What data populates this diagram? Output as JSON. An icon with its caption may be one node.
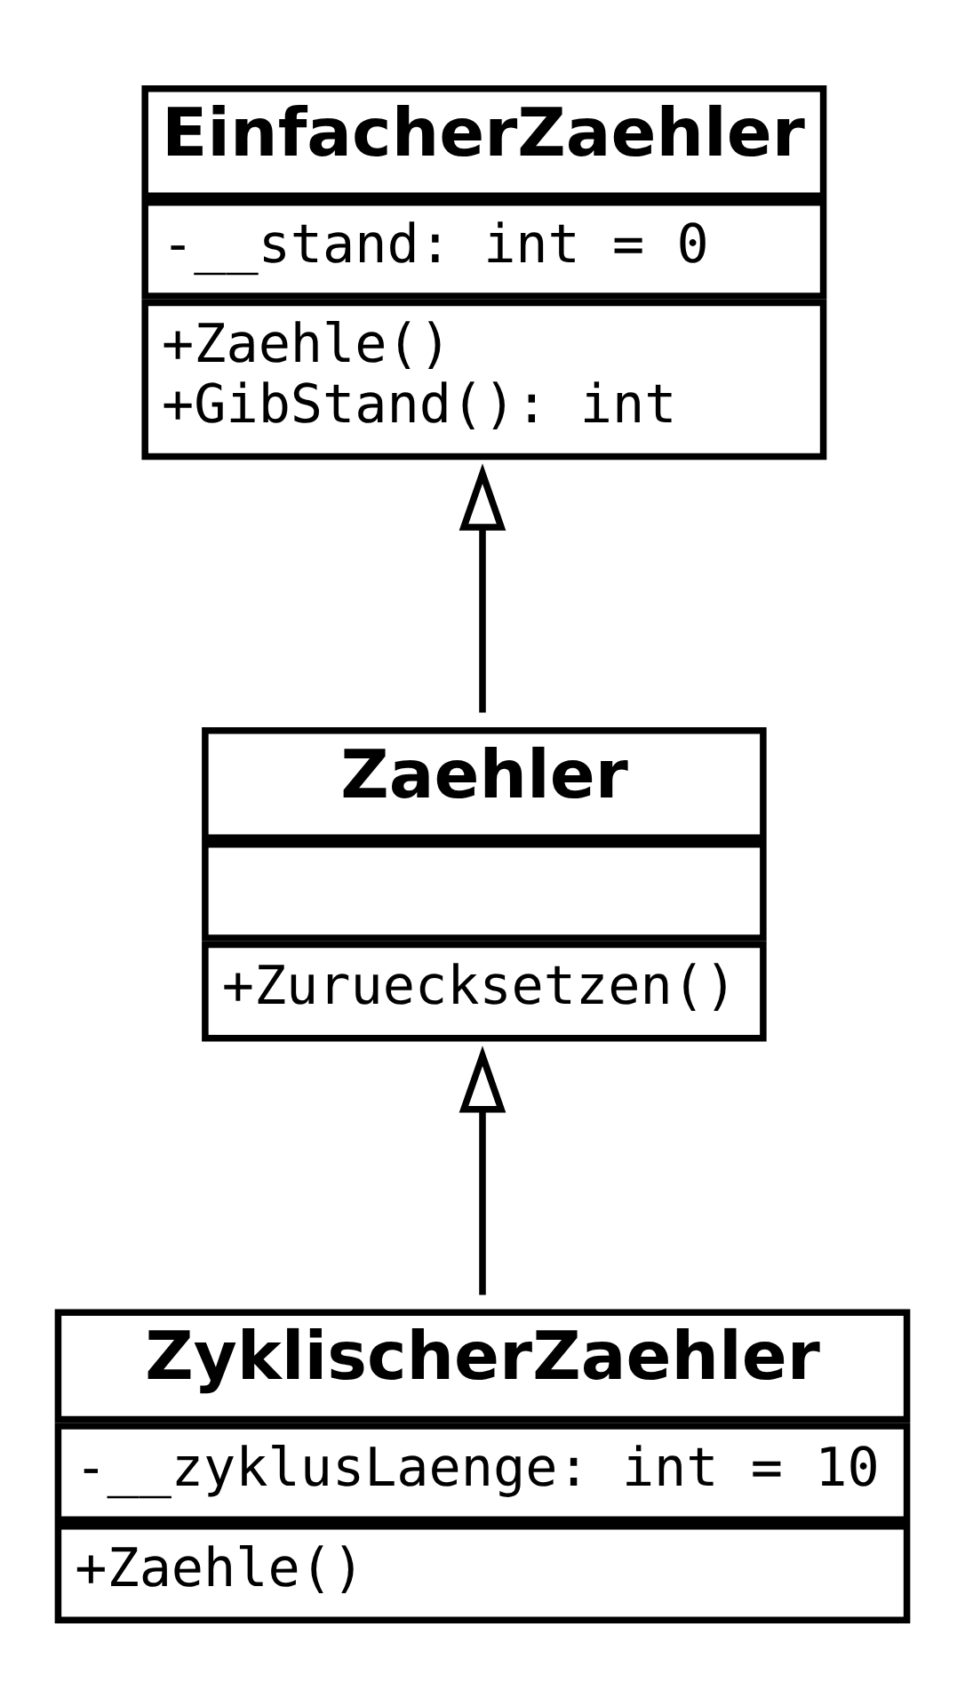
{
  "diagram": {
    "nodes": [
      {
        "text": [
          "EinfacherZaehler",
          "-__stand: int = 0",
          "+Zaehle()",
          "+GibStand(): int"
        ]
      },
      {
        "text": [
          "Zaehler",
          "+Zuruecksetzen()"
        ]
      },
      {
        "text": [
          "ZyklischerZaehler",
          "-__zyklusLaenge: int = 10",
          "+Zaehle()"
        ]
      }
    ],
    "edges": [
      {
        "from": 1,
        "to": 0,
        "arrow": "to"
      },
      {
        "from": 2,
        "to": 1,
        "arrow": "to"
      }
    ]
  }
}
